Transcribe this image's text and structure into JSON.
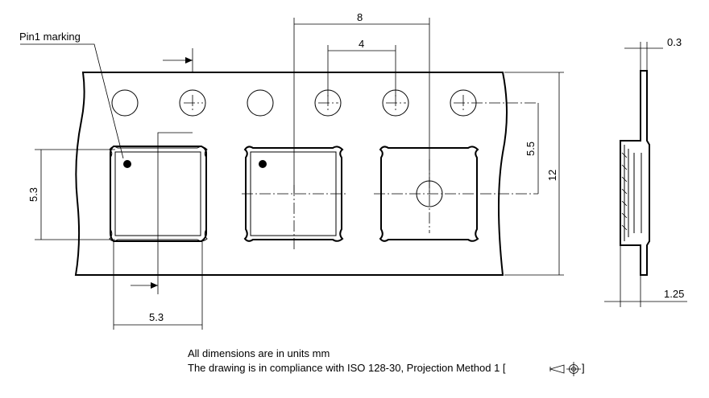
{
  "labels": {
    "pin1_marking": "Pin1 marking",
    "pitch": "8",
    "hole_pitch": "4",
    "hole_offset": "5.5",
    "tape_width": "12",
    "pocket_height": "5.3",
    "pocket_width": "5.3",
    "thickness": "0.3",
    "depth": "1.25"
  },
  "notes": {
    "units": "All dimensions are in units mm",
    "compliance": "The drawing is in compliance with ISO 128-30, Projection Method 1 [",
    "compliance_close": "]"
  }
}
